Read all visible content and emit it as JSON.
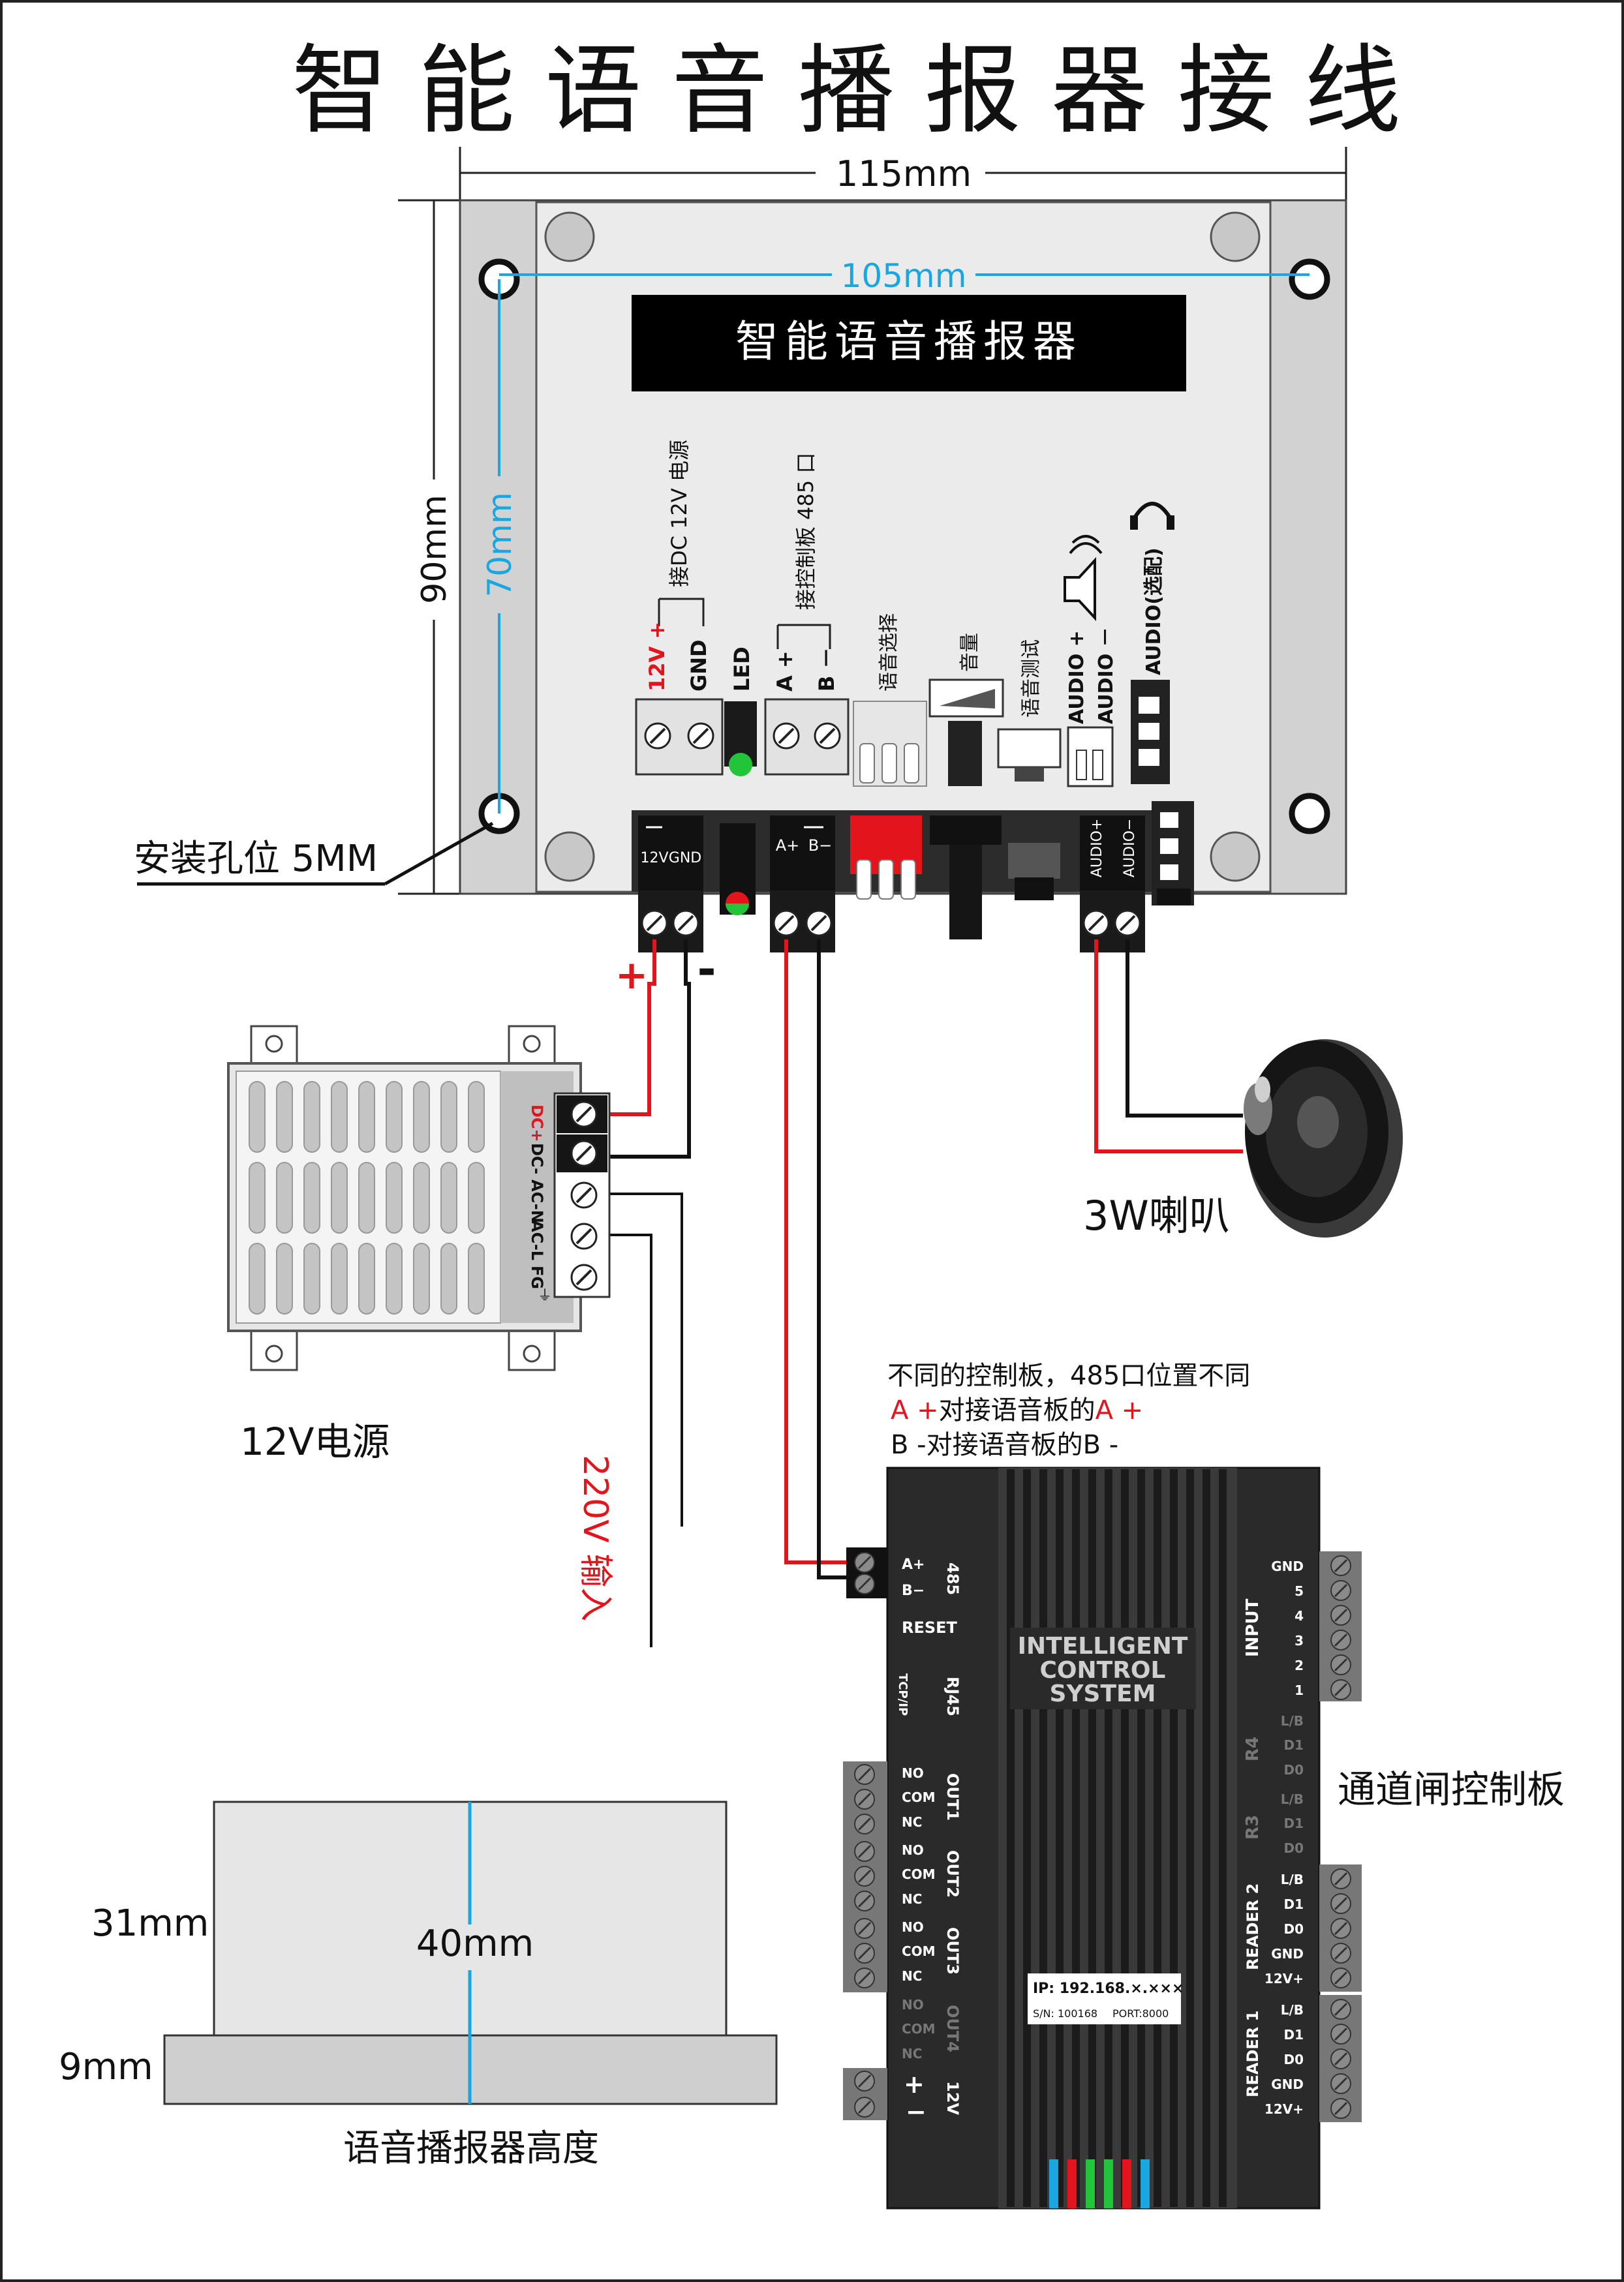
{
  "title": "智能语音播报器接线",
  "dims": {
    "width_outer": "115mm",
    "width_holes": "105mm",
    "height_outer": "90mm",
    "height_holes": "70mm",
    "mount_hole": "安装孔位 5MM"
  },
  "voice_board": {
    "name_plate": "智能语音播报器",
    "power_group": "接DC 12V 电源",
    "rs485_group": "接控制板 485 口",
    "pin_12v": "12V +",
    "pin_gnd": "GND",
    "pin_led": "LED",
    "pin_a": "A +",
    "pin_b": "B －",
    "voice_select": "语音选择",
    "volume": "音量",
    "voice_test": "语音测试",
    "audio_plus": "AUDIO +",
    "audio_minus": "AUDIO －",
    "audio_optional": "AUDIO(选配)",
    "conn_12v": "12V",
    "conn_gnd": "GND",
    "conn_a": "A+",
    "conn_b": "B−",
    "conn_audio_plus": "AUDIO+",
    "conn_audio_minus": "AUDIO−"
  },
  "polarity": {
    "plus": "+",
    "minus": "-"
  },
  "power_supply": {
    "label": "12V电源",
    "pins": [
      "DC+",
      "DC-",
      "AC-N",
      "AC-L",
      "FG"
    ],
    "fg_symbol": "⏚"
  },
  "ac_input": "220V 输入",
  "speaker_label": "3W喇叭",
  "note": {
    "line1": "不同的控制板，485口位置不同",
    "line2_a": "A +",
    "line2_b": "对接语音板的",
    "line2_c": "A +",
    "line3_a": "B -",
    "line3_b": "对接语音板的",
    "line3_c": "B -"
  },
  "controller": {
    "label": "通道闸控制板",
    "brand": [
      "INTELLIGENT",
      "CONTROL",
      "SYSTEM"
    ],
    "p485": "485",
    "a_plus": "A+",
    "b_minus": "B−",
    "reset": "RESET",
    "rj45": "RJ45",
    "tcpip": "TCP/IP",
    "out_pins": [
      "NO",
      "COM",
      "NC"
    ],
    "out1": "OUT1",
    "out2": "OUT2",
    "out3": "OUT3",
    "out4": "OUT4",
    "pwr_plus": "+",
    "pwr_minus": "−",
    "v12": "12V",
    "input": "INPUT",
    "input_pins": [
      "GND",
      "5",
      "4",
      "3",
      "2",
      "1"
    ],
    "r4": "R4",
    "r3": "R3",
    "r_pins": [
      "L/B",
      "D1",
      "D0"
    ],
    "reader2": "READER 2",
    "reader1": "READER 1",
    "reader_pins": [
      "L/B",
      "D1",
      "D0",
      "GND",
      "12V+"
    ],
    "ip": "IP: 192.168.×.×××",
    "sn": "S/N: 100168",
    "port": "PORT:8000"
  },
  "height": {
    "w": "40mm",
    "h_top": "31mm",
    "h_base": "9mm",
    "label": "语音播报器高度"
  },
  "colors": {
    "red": "#e3141b",
    "cyan": "#1aa6e0",
    "dark": "#2c2c2c"
  }
}
